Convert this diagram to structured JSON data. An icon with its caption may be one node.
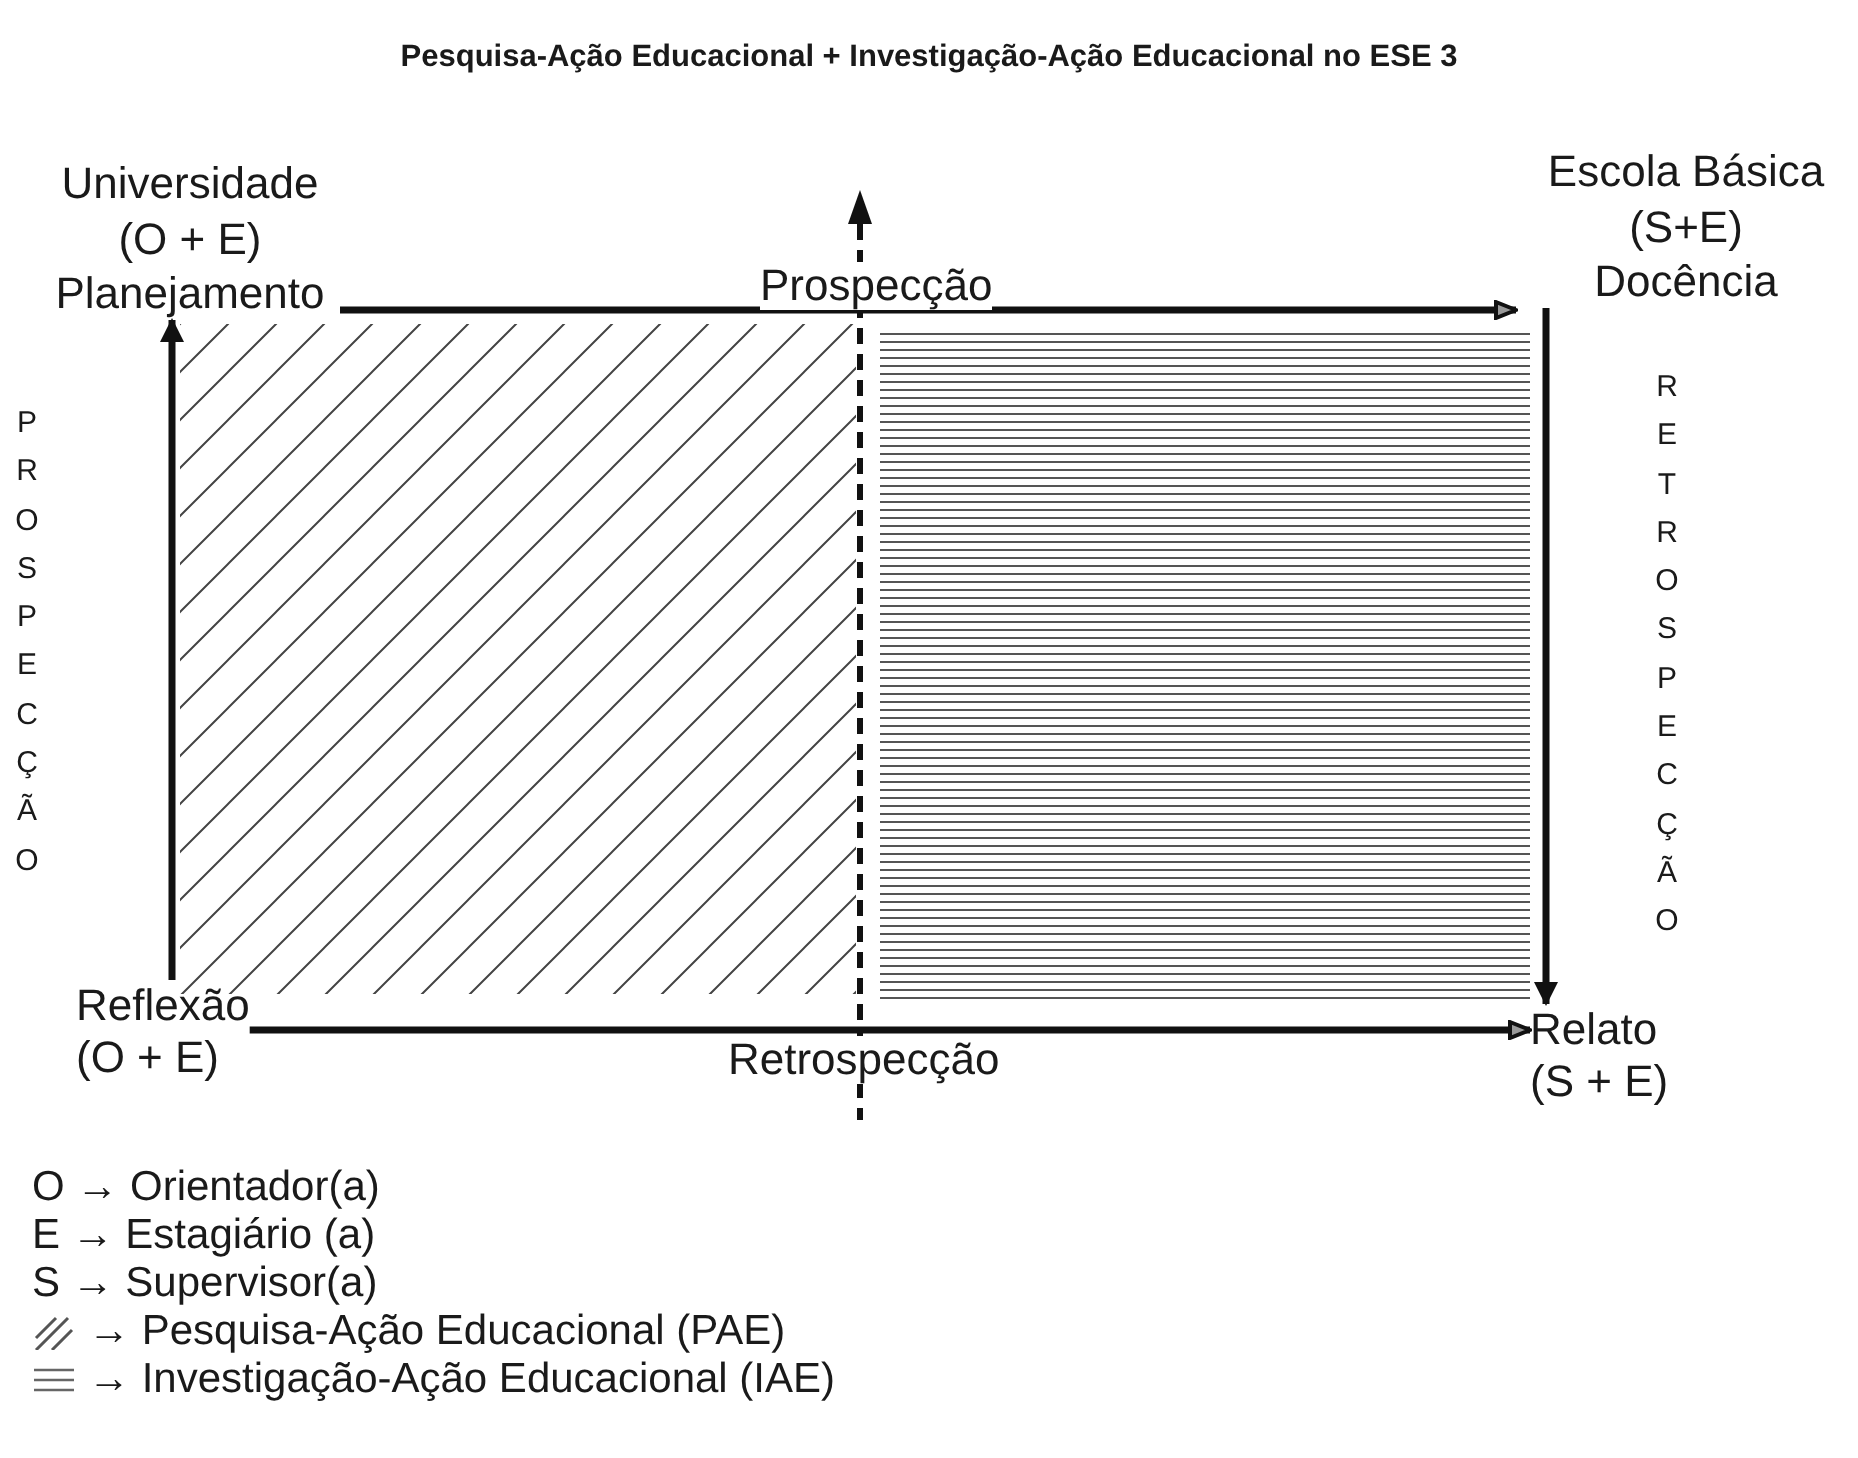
{
  "diagram": {
    "title": "Pesquisa-Ação Educacional + Investigação-Ação Educacional no ESE 3",
    "nodes": [
      {
        "text": [
          "Universidade (O + E)",
          "Planejamento"
        ]
      },
      {
        "text": [
          "Escola Básica (S+E)",
          "Docência"
        ]
      },
      {
        "text": [
          "Reflexão",
          "(O + E)"
        ]
      },
      {
        "text": [
          "Relato",
          "(S + E)"
        ]
      },
      {
        "text": [],
        "shape": "box"
      },
      {
        "text": [],
        "shape": "box"
      }
    ],
    "edges": [
      {
        "from": 0,
        "to": 1,
        "arrow": "to",
        "label": "Prospecção"
      },
      {
        "from": 1,
        "to": 3,
        "arrow": "to",
        "label": "RETROSPECÇÃO"
      },
      {
        "from": 2,
        "to": 3,
        "arrow": "to",
        "label": "Retrospecção"
      },
      {
        "from": 2,
        "to": 0,
        "arrow": "to",
        "label": "PROSPECÇÃO"
      }
    ],
    "labels": [
      "O → Orientador(a)",
      "E → Estagiário (a)",
      "S → Supervisor(a)"
    ],
    "legend": [
      {
        "text": "→ Pesquisa-Ação Educacional (PAE)"
      },
      {
        "text": "→ Investigação-Ação Educacional (IAE)"
      }
    ]
  }
}
